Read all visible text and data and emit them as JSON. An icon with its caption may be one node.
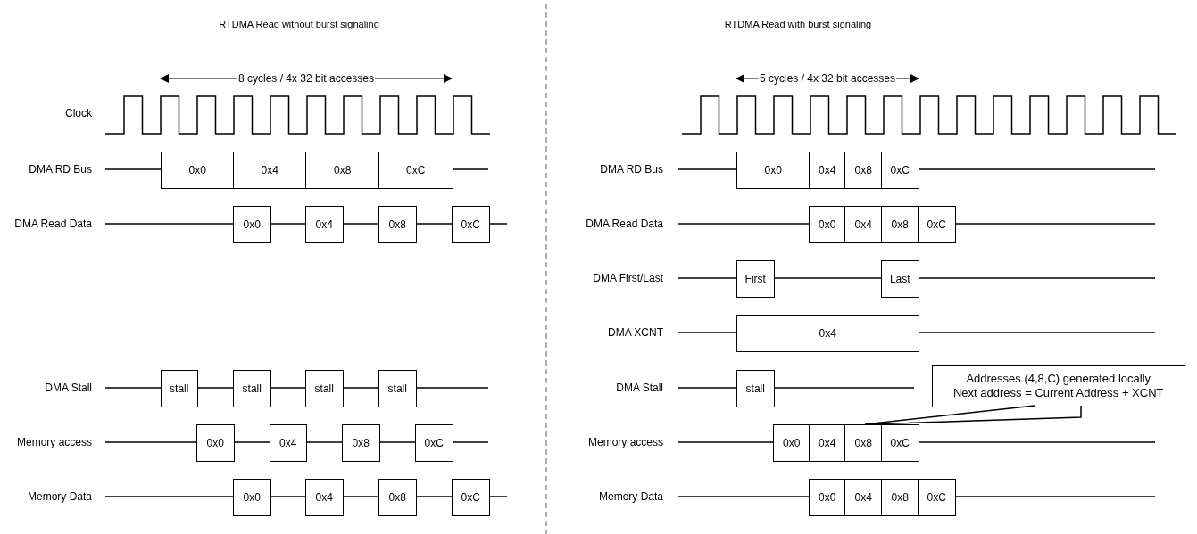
{
  "diagram": {
    "nodes": [
      {
        "text": [
          "0x0"
        ]
      },
      {
        "text": [
          "0x4"
        ]
      },
      {
        "text": [
          "0x8"
        ]
      },
      {
        "text": [
          "0xC"
        ]
      },
      {
        "text": [
          "0x0"
        ]
      },
      {
        "text": [
          "0x4"
        ]
      },
      {
        "text": [
          "0x8"
        ]
      },
      {
        "text": [
          "0xC"
        ]
      },
      {
        "text": [
          "stall"
        ]
      },
      {
        "text": [
          "stall"
        ]
      },
      {
        "text": [
          "stall"
        ]
      },
      {
        "text": [
          "stall"
        ]
      },
      {
        "text": [
          "0x0"
        ]
      },
      {
        "text": [
          "0x4"
        ]
      },
      {
        "text": [
          "0x8"
        ]
      },
      {
        "text": [
          "0xC"
        ]
      },
      {
        "text": [
          "0x0"
        ]
      },
      {
        "text": [
          "0x4"
        ]
      },
      {
        "text": [
          "0x8"
        ]
      },
      {
        "text": [
          "0xC"
        ]
      },
      {
        "text": [
          "0x0"
        ]
      },
      {
        "text": [
          "0x4"
        ]
      },
      {
        "text": [
          "0x8"
        ]
      },
      {
        "text": [
          "0xC"
        ]
      },
      {
        "text": [
          "0x0"
        ]
      },
      {
        "text": [
          "0x4"
        ]
      },
      {
        "text": [
          "0x8"
        ]
      },
      {
        "text": [
          "0xC"
        ]
      },
      {
        "text": [
          "First"
        ]
      },
      {
        "text": [
          "Last"
        ]
      },
      {
        "text": [
          "0x4"
        ]
      },
      {
        "text": [
          "stall"
        ]
      },
      {
        "text": [
          "Addresses (4,8,C) generated locally",
          "Next address = Current Address + XCNT"
        ]
      },
      {
        "text": [
          "0x0"
        ]
      },
      {
        "text": [
          "0x4"
        ]
      },
      {
        "text": [
          "0x8"
        ]
      },
      {
        "text": [
          "0xC"
        ]
      },
      {
        "text": [
          "0x0"
        ]
      },
      {
        "text": [
          "0x4"
        ]
      },
      {
        "text": [
          "0x8"
        ]
      },
      {
        "text": [
          "0xC"
        ]
      }
    ],
    "edges": [
      {
        "from": 32,
        "to": 35,
        "arrow": "none"
      }
    ],
    "labels": [
      "RTDMA Read without burst signaling",
      "8 cycles / 4x 32 bit accesses",
      "Clock",
      "DMA RD Bus",
      "DMA Read Data",
      "DMA Stall",
      "Memory access",
      "Memory Data",
      "RTDMA Read with burst signaling",
      "5 cycles / 4x 32 bit accesses",
      "DMA RD Bus",
      "DMA Read Data",
      "DMA First/Last",
      "DMA XCNT",
      "DMA Stall",
      "Memory access",
      "Memory Data"
    ]
  }
}
